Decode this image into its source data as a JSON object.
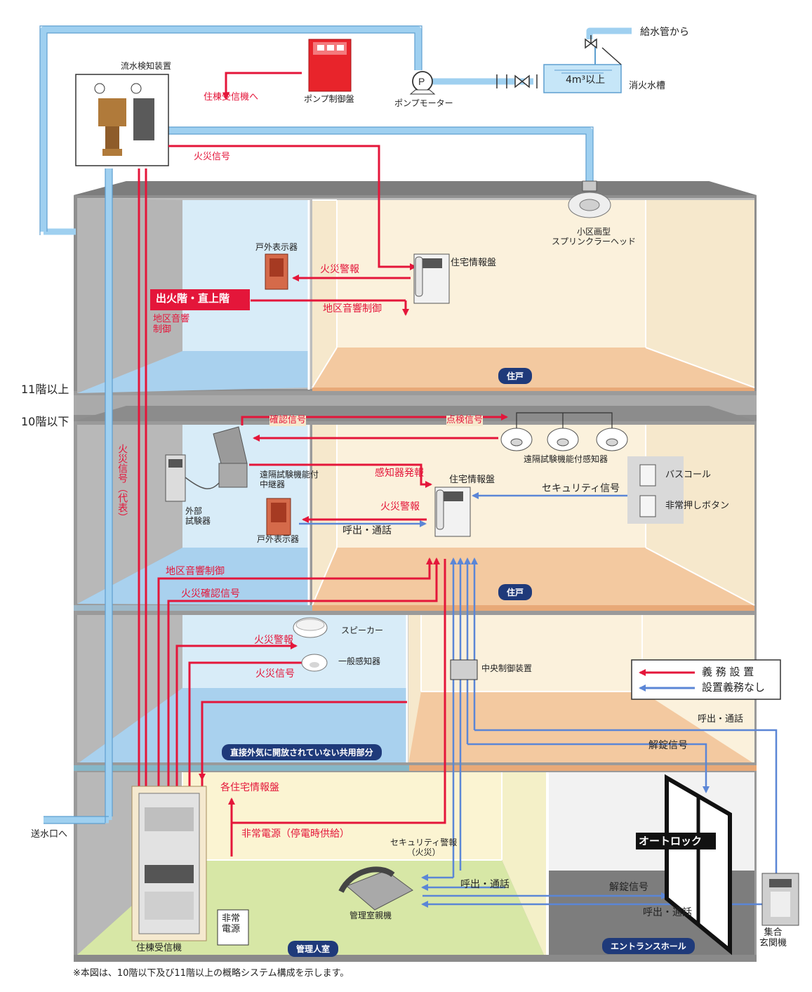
{
  "labels": {
    "supply_pipe": "給水管から",
    "tank": "4m³以上",
    "tank_name": "消火水槽",
    "pump_panel": "ポンプ制御盤",
    "pump_motor": "ポンプモーター",
    "to_receiver": "住棟受信機へ",
    "flow_detector": "流水検知装置",
    "fire_signal_top": "火災信号",
    "sprinkler": "小区画型\nスプリンクラーヘッド",
    "outdoor_display_top": "戸外表示器",
    "unit_panel_top": "住宅情報盤",
    "fire_alarm_top": "火災警報",
    "fire_floor": "出火階・直上階",
    "area_sound_ctrl_top": "地区音響制御",
    "area_sound_ctrl_left": "地区音響\n制御",
    "unit_top": "住戸",
    "floor_upper": "11階以上",
    "floor_lower": "10階以下",
    "confirm_signal": "確認信号",
    "check_signal": "点検信号",
    "remote_detectors": "遠隔試験機能付感知器",
    "remote_repeater": "遠隔試験機能付\n中継器",
    "external_tester": "外部\n試験器",
    "detector_alarm": "感知器発報",
    "unit_panel_mid": "住宅情報盤",
    "security_signal": "セキュリティ信号",
    "bath_call": "バスコール",
    "emergency_button": "非常押しボタン",
    "fire_alarm_mid": "火災警報",
    "call_talk_mid": "呼出・通話",
    "outdoor_display_mid": "戸外表示器",
    "fire_signal_rep": "火災信号（代表）",
    "area_sound_ctrl_mid": "地区音響制御",
    "fire_confirm_signal": "火災確認信号",
    "unit_mid": "住戸",
    "speaker": "スピーカー",
    "fire_alarm_common": "火災警報",
    "general_detector": "一般感知器",
    "fire_signal_common": "火災信号",
    "central_ctrl": "中央制御装置",
    "common_area": "直接外気に開放されていない共用部分",
    "call_talk_right": "呼出・通話",
    "unlock_signal_right": "解錠信号",
    "each_panel": "各住宅情報盤",
    "emergency_power_supply": "非常電源（停電時供給）",
    "to_water_inlet": "送水口へ",
    "security_alarm": "セキュリティ警報\n（火災）",
    "call_talk_bottom": "呼出・通話",
    "unlock_signal_bottom": "解錠信号",
    "call_talk_bottom2": "呼出・通話",
    "auto_lock": "オートロック",
    "manager_phone": "管理室親機",
    "emergency_power": "非常\n電源",
    "receiver": "住棟受信機",
    "manager_room": "管理人室",
    "entrance_hall": "エントランスホール",
    "entrance_unit": "集合\n玄関機",
    "footnote": "※本図は、10階以下及び11階以上の概略システム構成を示します。"
  },
  "legend": {
    "mandatory": "義 務 設 置",
    "optional": "設置義務なし"
  },
  "colors": {
    "mandatory_line": "#e4163a",
    "optional_line": "#5b86d6",
    "water_pipe": "#9fd0f0",
    "badge": "#1f3a7a",
    "room_wall": "#f7ecd4",
    "room_floor": "#f2c898",
    "left_wall": "#d6e9f6",
    "structure_gray": "#9a9a9a"
  },
  "icons": [
    "pump-icon",
    "valve-icon",
    "sprinkler-icon",
    "phone-icon",
    "detector-icon",
    "speaker-icon",
    "tester-icon"
  ]
}
